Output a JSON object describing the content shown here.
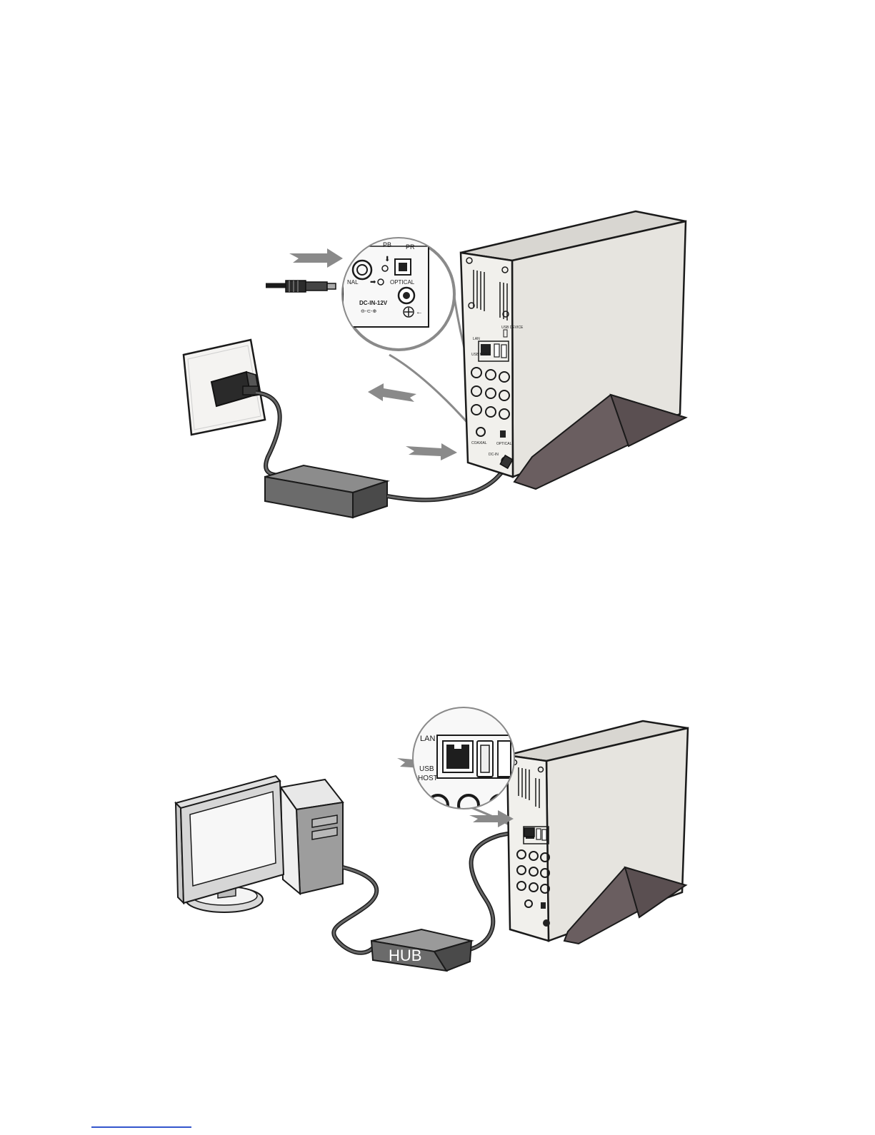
{
  "figure_power": {
    "zoom_labels": {
      "pb": "PB",
      "pr": "PR",
      "optical": "OPTICAL",
      "nal": "NAL",
      "dc_in": "DC-IN-12V",
      "dc_symbol": "⊖-⊂-⊕"
    },
    "device_labels": {
      "usb_device": "USB DEVICE",
      "lan": "LAN",
      "usb_host": "USB HOST",
      "coaxial": "COAXIAL",
      "optical": "OPTICAL",
      "dc_in": "DC-IN"
    }
  },
  "figure_network": {
    "zoom_labels": {
      "lan": "LAN",
      "usb_host_line1": "USB",
      "usb_host_line2": "HOST"
    },
    "hub_label": "HUB"
  },
  "colors": {
    "outline": "#1a1a1a",
    "device_body": "#e6e4df",
    "device_back": "#f1f0ec",
    "stand": "#6a5e60",
    "arrow": "#8a8a8a",
    "adapter": "#6b6b6b",
    "footer_line": "#3355cc"
  }
}
